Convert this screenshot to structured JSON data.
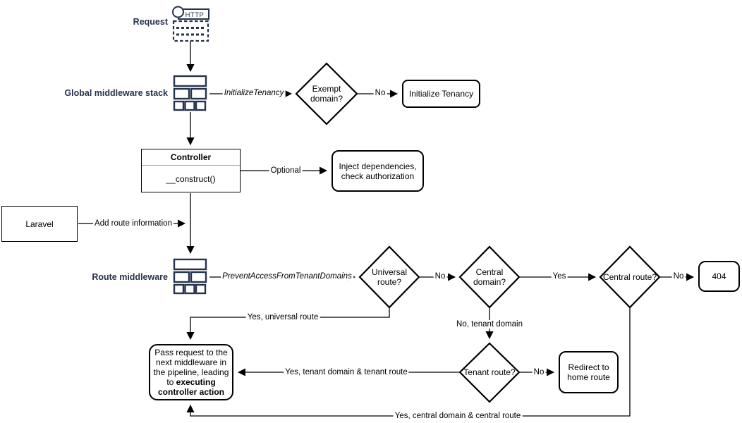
{
  "colors": {
    "accent_navy": "#26334d",
    "line": "#000000",
    "background": "#ffffff"
  },
  "icons": {
    "http_label": "HTTP"
  },
  "section_labels": {
    "request": "Request",
    "global_middleware": "Global middleware stack",
    "route_middleware": "Route middleware"
  },
  "nodes": {
    "exempt_domain": "Exempt domain?",
    "initialize_tenancy": "Initialize Tenancy",
    "controller_title": "Controller",
    "controller_method": "__construct()",
    "inject_dependencies": "Inject dependencies, check authorization",
    "laravel": "Laravel",
    "universal_route": "Universal route?",
    "central_domain": "Central domain?",
    "central_route": "Central route?",
    "error_404": "404",
    "tenant_route": "Tenant route?",
    "redirect_home": "Redirect to home route",
    "pass_request_text": "Pass request to the next middleware in the pipeline, leading to ",
    "pass_request_emphasis": "executing controller action"
  },
  "edge_labels": {
    "initialize_tenancy_mw": "InitializeTenancy",
    "exempt_no": "No",
    "optional": "Optional",
    "add_route_information": "Add route information",
    "prevent_access_mw": "PreventAccessFromTenantDomains",
    "universal_no": "No",
    "central_domain_yes": "Yes",
    "central_route_no": "No",
    "yes_universal_route": "Yes, universal route",
    "no_tenant_domain": "No, tenant domain",
    "tenant_no": "No",
    "yes_tenant_route": "Yes, tenant domain & tenant route",
    "yes_central_route": "Yes, central domain & central route"
  }
}
